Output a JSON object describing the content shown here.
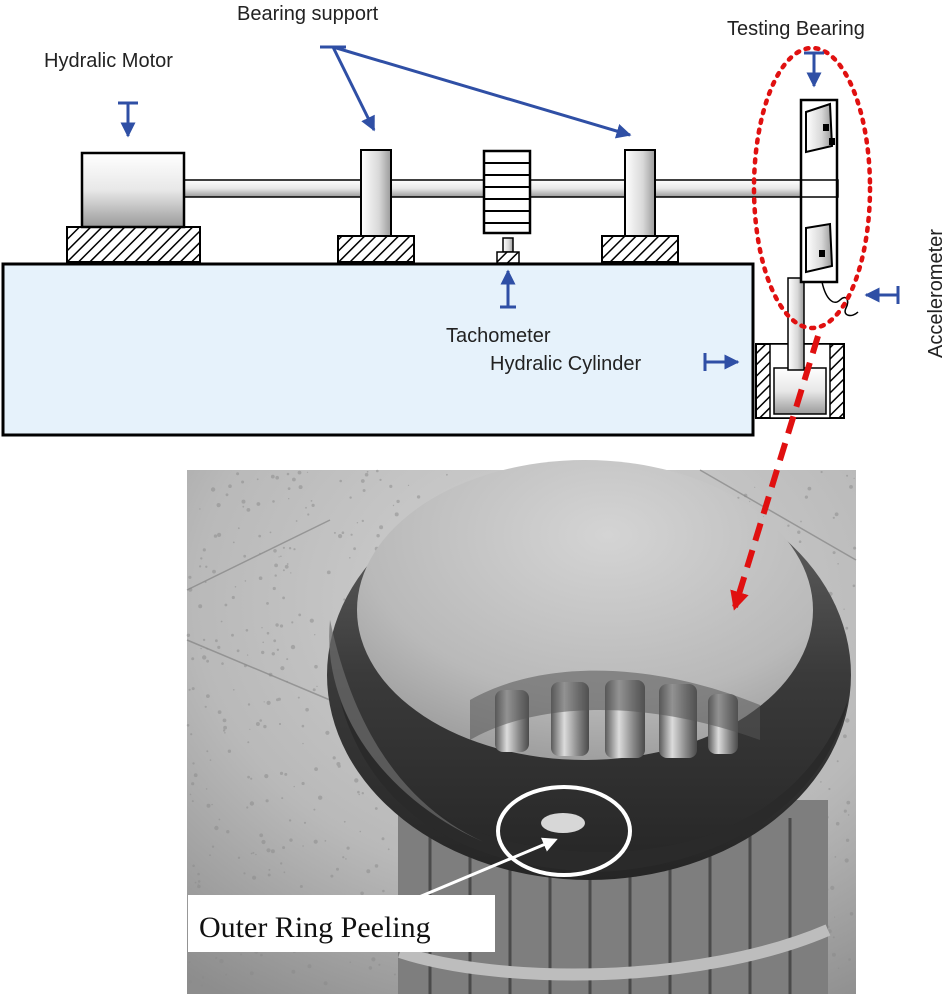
{
  "labels": {
    "hydraulic_motor": "Hydralic Motor",
    "bearing_support": "Bearing support",
    "testing_bearing": "Testing Bearing",
    "tachometer": "Tachometer",
    "hydraulic_cylinder": "Hydralic Cylinder",
    "accelerometer": "Accelerometer"
  },
  "photo": {
    "caption": "Outer Ring Peeling"
  },
  "colors": {
    "arrow_blue": "#2f4fa5",
    "highlight_red": "#e01010",
    "base_fill": "#e6f2fb",
    "outline": "#000000"
  }
}
